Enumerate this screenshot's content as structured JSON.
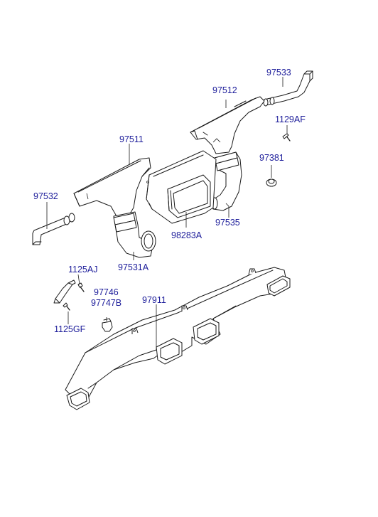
{
  "parts": {
    "p97533": "97533",
    "p97512": "97512",
    "p1129AF": "1129AF",
    "p97511": "97511",
    "p97381": "97381",
    "p97532": "97532",
    "p98283A": "98283A",
    "p97535": "97535",
    "p97531A": "97531A",
    "p1125AJ": "1125AJ",
    "p97746": "97746",
    "p97747B": "97747B",
    "p97911": "97911",
    "p1125GF": "1125GF"
  }
}
